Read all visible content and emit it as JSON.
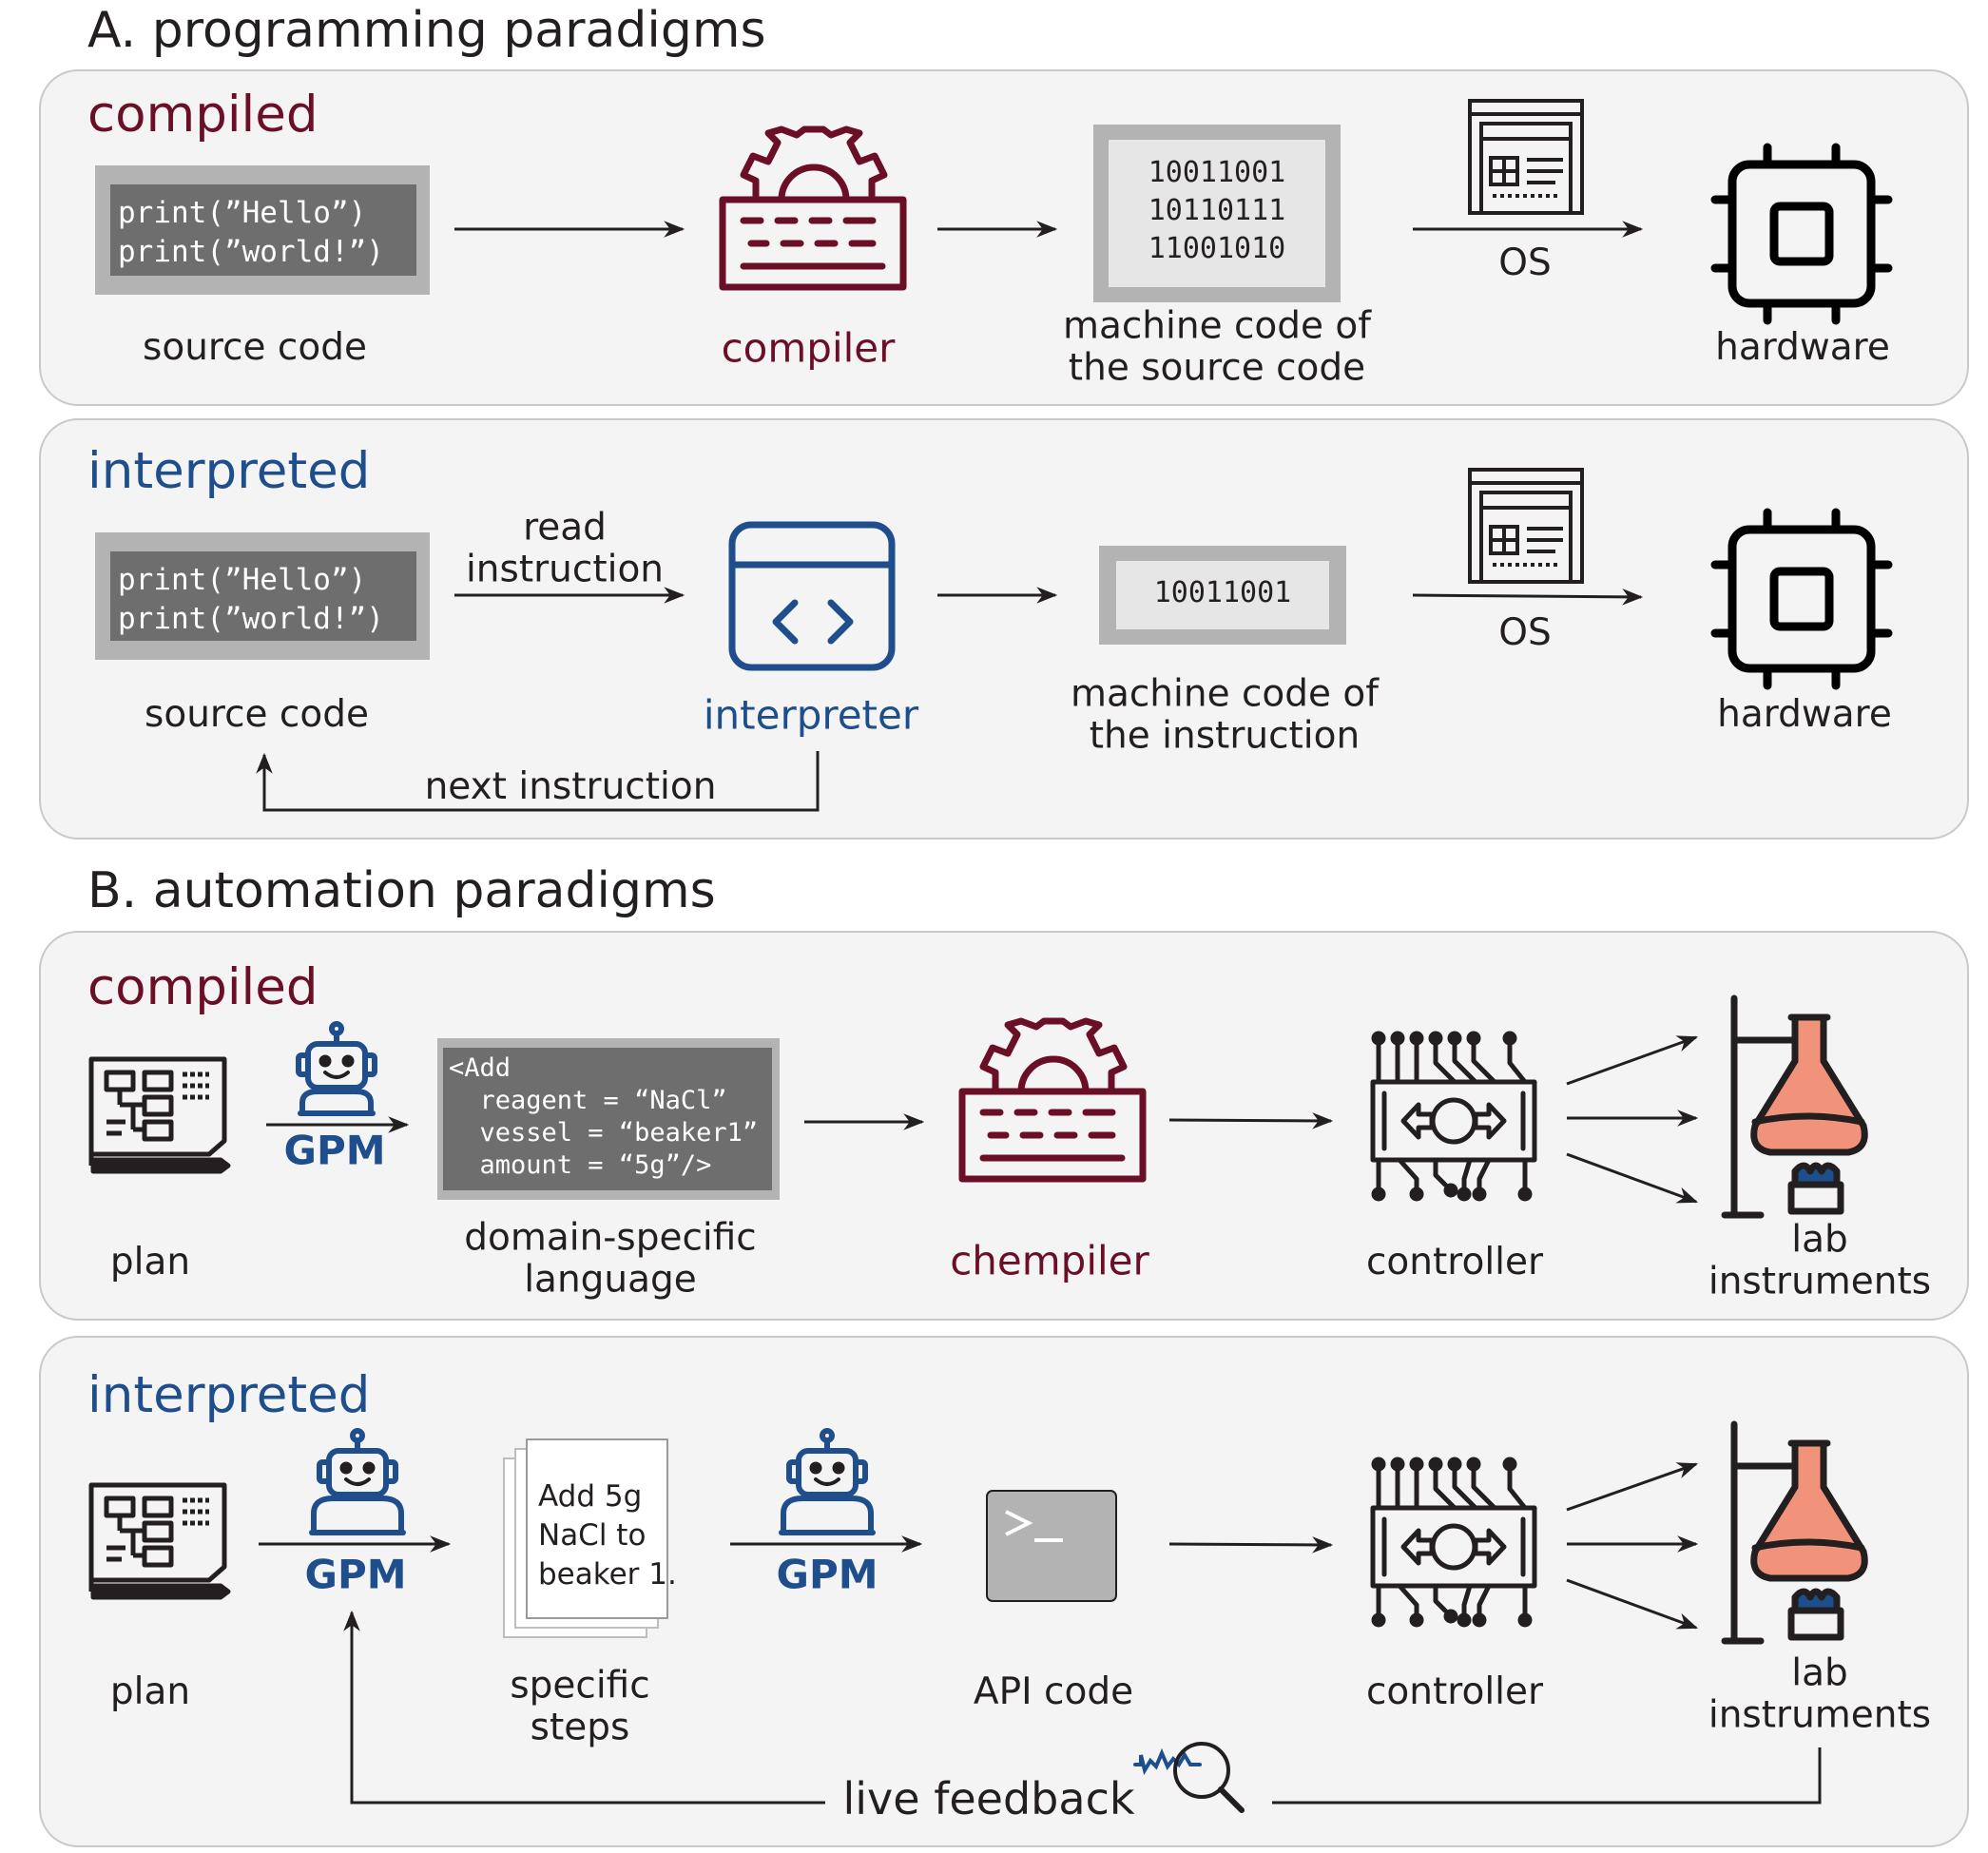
{
  "sectionA": {
    "title": "A. programming paradigms",
    "compiled": {
      "title": "compiled",
      "code_lines": [
        "print(”Hello”)",
        "print(”world!”)"
      ],
      "source_label": "source code",
      "compiler_label": "compiler",
      "binary_lines": [
        "10011001",
        "10110111",
        "11001010"
      ],
      "machine_label": [
        "machine code of",
        "the source code"
      ],
      "os_label": "OS",
      "hardware_label": "hardware"
    },
    "interpreted": {
      "title": "interpreted",
      "code_lines": [
        "print(”Hello”)",
        "print(”world!”)"
      ],
      "read_label": [
        "read",
        "instruction"
      ],
      "source_label": "source code",
      "interpreter_label": "interpreter",
      "binary": "10011001",
      "machine_label": [
        "machine code of",
        "the instruction"
      ],
      "os_label": "OS",
      "hardware_label": "hardware",
      "next_label": "next instruction"
    }
  },
  "sectionB": {
    "title": "B. automation paradigms",
    "compiled": {
      "title": "compiled",
      "plan_label": "plan",
      "gpm_label": "GPM",
      "dsl_lines": [
        "<Add",
        "  reagent = “NaCl”",
        "  vessel = “beaker1”",
        "  amount = “5g”/>"
      ],
      "dsl_label": [
        "domain-specific",
        "language"
      ],
      "chempiler_label": "chempiler",
      "controller_label": "controller",
      "lab_label": [
        "lab",
        "instruments"
      ]
    },
    "interpreted": {
      "title": "interpreted",
      "plan_label": "plan",
      "gpm_label_1": "GPM",
      "steps_text": [
        "Add 5g",
        "NaCl to",
        "beaker 1."
      ],
      "steps_label": [
        "specific",
        "steps"
      ],
      "gpm_label_2": "GPM",
      "api_label": "API code",
      "controller_label": "controller",
      "lab_label": [
        "lab",
        "instruments"
      ],
      "feedback_label": "live feedback"
    }
  },
  "colors": {
    "compiled_red": "#6b0f26",
    "interpreted_blue": "#1f4e8c",
    "panel_bg": "#f4f4f4",
    "flask_fill": "#f0937a"
  }
}
